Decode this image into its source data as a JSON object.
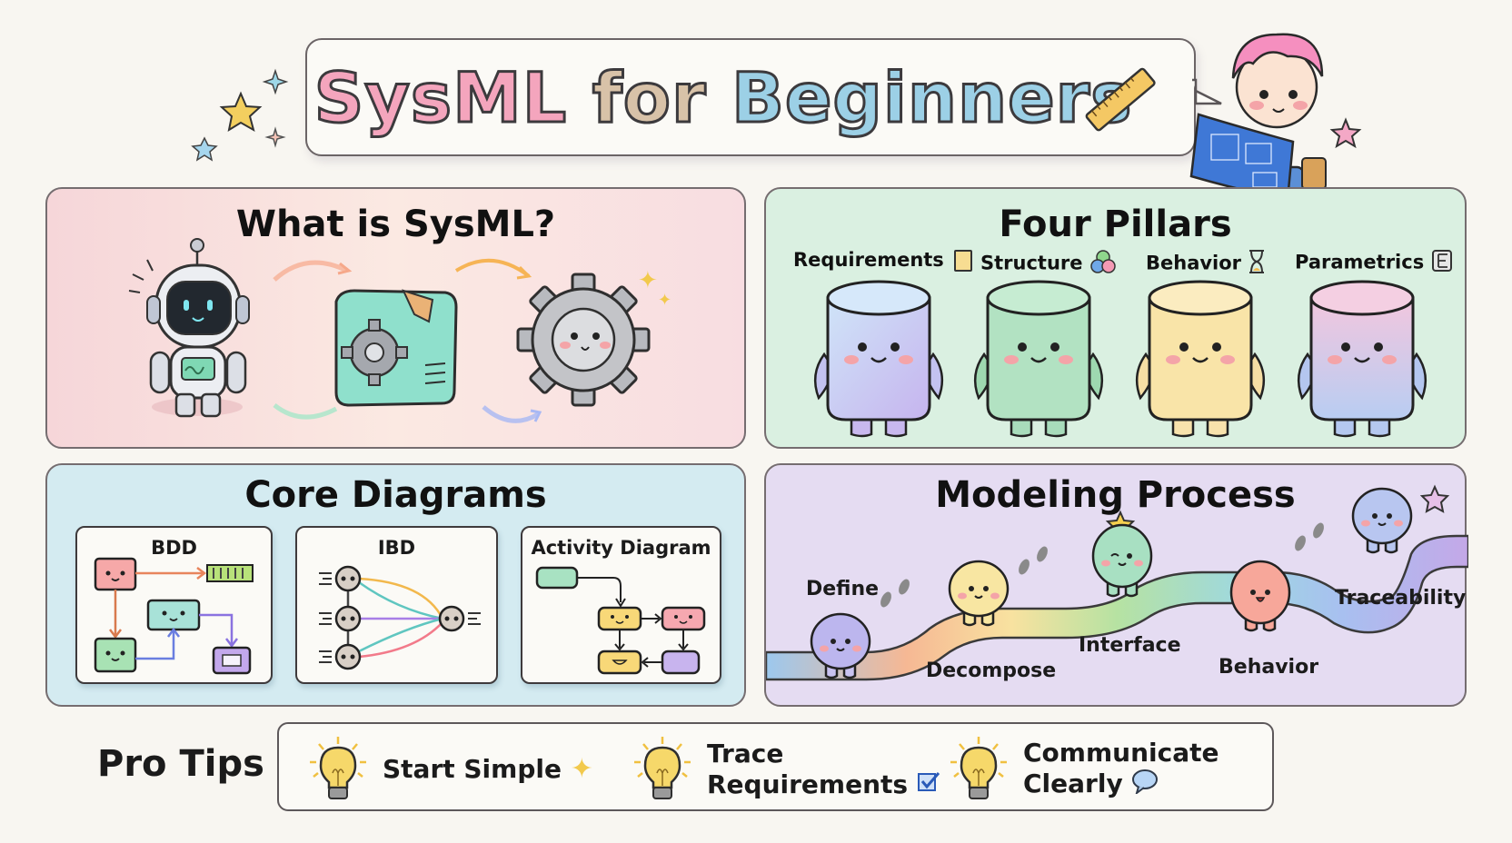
{
  "title": {
    "word1": "SysML",
    "word2": "for",
    "word3": "Beginners",
    "icon": "ruler-icon"
  },
  "colors": {
    "background": "#f8f6f1",
    "panel_what": "#f6d6d9",
    "panel_pillars": "#daf0e1",
    "panel_core": "#d4ebf1",
    "panel_process": "#e5dcf2",
    "title_pink": "#f4a5bd",
    "title_blue": "#9cd0e6"
  },
  "what_is_sysml": {
    "title": "What is SysML?",
    "illustrations": [
      "robot-icon",
      "box-with-gear-icon",
      "gear-face-icon"
    ]
  },
  "four_pillars": {
    "title": "Four Pillars",
    "pillars": [
      {
        "label": "Requirements",
        "icon": "document-icon",
        "color": "#cfe0f6"
      },
      {
        "label": "Structure",
        "icon": "shapes-icon",
        "color": "#b8e4c6"
      },
      {
        "label": "Behavior",
        "icon": "hourglass-icon",
        "color": "#f8e2a8"
      },
      {
        "label": "Parametrics",
        "icon": "formula-icon",
        "color": "#e6cde8"
      }
    ]
  },
  "core_diagrams": {
    "title": "Core Diagrams",
    "cards": [
      {
        "label": "BDD"
      },
      {
        "label": "IBD"
      },
      {
        "label": "Activity Diagram"
      }
    ]
  },
  "modeling_process": {
    "title": "Modeling Process",
    "steps": [
      {
        "label": "Define",
        "color": "#b8b6ee"
      },
      {
        "label": "Decompose",
        "color": "#f8e6a2"
      },
      {
        "label": "Interface",
        "color": "#a8e0c2"
      },
      {
        "label": "Behavior",
        "color": "#f7a79a"
      },
      {
        "label": "Traceability",
        "color": "#b8c6f0"
      }
    ]
  },
  "pro_tips": {
    "title": "Pro Tips",
    "tips": [
      {
        "line1": "Start Simple",
        "line2": "",
        "icon": "sparkle-icon"
      },
      {
        "line1": "Trace",
        "line2": "Requirements",
        "icon": "checkbox-icon"
      },
      {
        "line1": "Communicate",
        "line2": "Clearly",
        "icon": "speech-bubble-icon"
      }
    ]
  }
}
